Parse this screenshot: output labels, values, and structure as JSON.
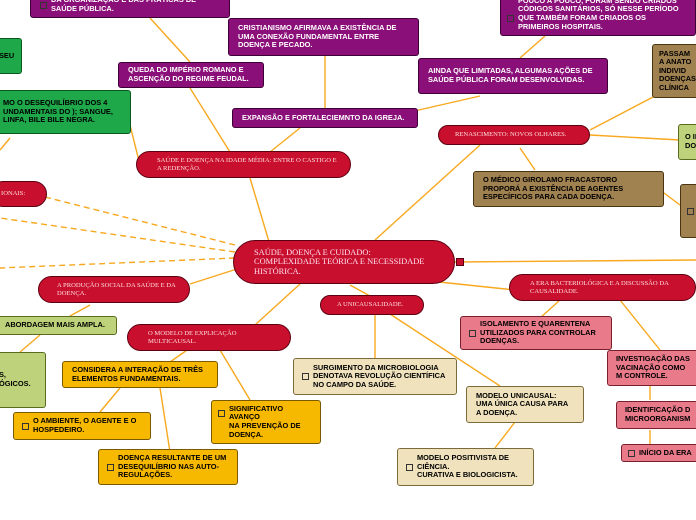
{
  "nodes": {
    "main": "SAÚDE, DOENÇA E CUIDADO: COMPLEXIDADE TEÓRICA E NECESSIDADE HISTÓRICA.",
    "top_org": "DA ORGANIZAÇÃO E DAS PRÁTICAS DE SAÚDE PÚBLICA.",
    "cristianismo": "CRISTIANISMO AFIRMAVA A EXISTÊNCIA DE UMA CONEXÃO FUNDAMENTAL ENTRE DOENÇA E PECADO.",
    "pouco_a_pouco": "POUCO A POUCO, FORAM SENDO CRIADOS CÓDIGOS SANITÁRIOS, SÓ NESSE PERÍODO QUE TAMBÉM FORAM CRIADOS OS PRIMEIROS HOSPITAIS.",
    "seu": "SEU",
    "queda": "QUEDA DO IMPÉRIO ROMANO E ASCENÇÃO DO REGIME FEUDAL.",
    "ainda": "AINDA QUE LIMITADAS, ALGUMAS AÇÕES DE SAÚDE PÚBLICA FORAM DESENVOLVIDAS.",
    "passam": "PASSAM A ANATO INDIVID DOENÇAS CLÍNICA",
    "desequilibrio_4": "MO O DESEQUILÍBRIO DOS 4 UNDAMENTAIS DO ); SANGUE, LINFA, BILE BILE NEGRA.",
    "expansao": "EXPANSÃO E FORTALECIEMNTO DA IGREJA.",
    "renascimento": "RENASCIMENTO: NOVOS OLHARES.",
    "o_right": "O IN DO",
    "idade_media": "SAÚDE E DOENÇA NA IDADE MÉDIA: ENTRE O CASTIGO E A REDENÇÃO.",
    "fracastoro": "O MÉDICO GIROLAMO FRACASTORO PROPORÁ A EXISTÊNCIA DE AGENTES ESPECÍFICOS PARA CADA DOENÇA.",
    "brown_right": "",
    "ionais": "IONAIS:",
    "producao_social": "A PRODUÇÃO SOCIAL DA SAÚDE E DA DOENÇA.",
    "era_bacteriologica": "A ERA BACTERIOLÓGICA E A DISCUSSÃO DA CAUSALIDADE.",
    "abordagem": "ABORDAGEM MAIS AMPLA.",
    "unicausalidade": "A UNICAUSALIDADE.",
    "isolamento": "ISOLAMENTO E QUARENTENA UTILIZADOS PARA CONTROLAR DOENÇAS.",
    "modelo_multicausal": "O MODELO DE EXPLICAÇÃO MULTICAUSAL.",
    "olive_left": "S, ÓGICOS.",
    "investigacao": "INVESTIGAÇÃO DAS VACINAÇÃO COMO M CONTROLE.",
    "considera": "CONSIDERA A INTERAÇÃO DE TRÊS ELEMENTOS FUNDAMENTAIS.",
    "surgimento": "SURGIMENTO DA MICROBIOLOGIA DENOTAVA REVOLUÇÃO CIENTÍFICA NO CAMPO DA SAÚDE.",
    "modelo_unicausal": "MODELO UNICAUSAL: UMA ÚNICA CAUSA PARA A DOENÇA.",
    "identificacao": "IDENTIFICAÇÃO D MICROORGANISM",
    "ambiente": "O AMBIENTE, O AGENTE E O HOSPEDEIRO.",
    "significativo_a": "SIGNIFICATIVO AVANÇO",
    "significativo_b": "NA PREVENÇÃO DE DOENÇA.",
    "inicio_era": "INÍCIO DA ERA",
    "positivista_a": "MODELO POSITIVISTA DE CIÊNCIA.",
    "positivista_b": "CURATIVA E BIOLOGICISTA.",
    "doenca_resultante": "DOENÇA RESULTANTE DE UM DESEQUILÍBRIO NAS AUTO-REGULAÇÕES."
  },
  "colors": {
    "red": "#c8102e",
    "magenta": "#8a0f79",
    "green": "#1ea84a",
    "olive": "#bdd27a",
    "yellow": "#f7b800",
    "beige": "#efe2bd",
    "brown": "#a08150",
    "pink": "#e87a8a",
    "connector": "#f7a81e"
  },
  "icons": {
    "attachment": "checkbox-square-icon"
  }
}
